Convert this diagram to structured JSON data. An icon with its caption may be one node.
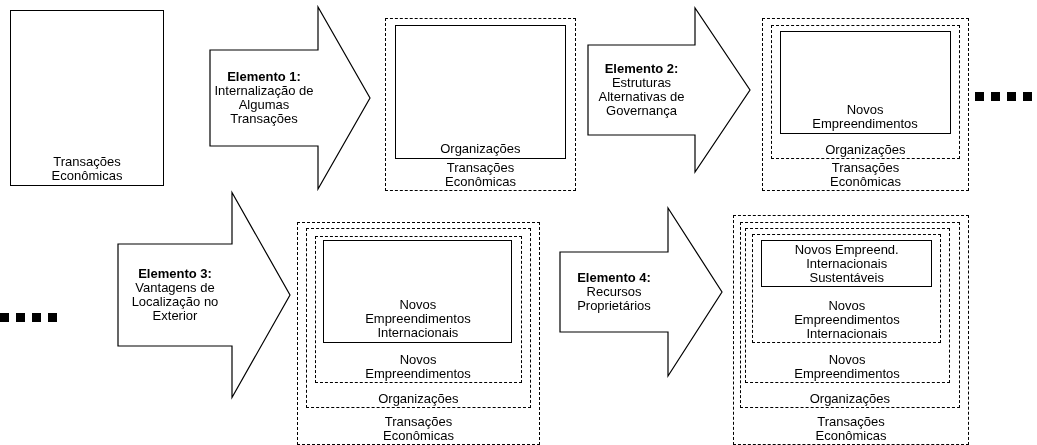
{
  "diagram": {
    "nodes": [
      {
        "text": [
          "Transações Econômicas"
        ]
      },
      {
        "text": [
          "Transações Econômicas"
        ]
      },
      {
        "text": [
          "Organizações"
        ],
        "in": 1
      },
      {
        "text": [
          "Transações Econômicas"
        ]
      },
      {
        "text": [
          "Organizações"
        ],
        "in": 3
      },
      {
        "text": [
          "Novos Empreendimentos"
        ],
        "in": 4
      },
      {
        "text": [
          "Transações Econômicas"
        ]
      },
      {
        "text": [
          "Organizações"
        ],
        "in": 6
      },
      {
        "text": [
          "Novos Empreendimentos"
        ],
        "in": 7
      },
      {
        "text": [
          "Novos Empreendimentos Internacionais"
        ],
        "in": 8
      },
      {
        "text": [
          "Transações Econômicas"
        ]
      },
      {
        "text": [
          "Organizações"
        ],
        "in": 10
      },
      {
        "text": [
          "Novos Empreendimentos"
        ],
        "in": 11
      },
      {
        "text": [
          "Novos Empreendimentos Internacionais"
        ],
        "in": 12
      },
      {
        "text": [
          "Novos Empreend. Internacionais Sustentáveis"
        ],
        "in": 13
      }
    ],
    "edges": [
      {
        "from": 0,
        "to": 1,
        "arrow": "to",
        "label": "**Elemento 1:** Internalização de Algumas Transações"
      },
      {
        "from": 1,
        "to": 3,
        "arrow": "to",
        "label": "**Elemento 2:** Estruturas Alternativas de Governança"
      },
      {
        "from": null,
        "to": 6,
        "arrow": "to",
        "label": "**Elemento 3:** Vantagens de Localização no Exterior"
      },
      {
        "from": 6,
        "to": 10,
        "arrow": "to",
        "label": "**Elemento 4:** Recursos Proprietários"
      }
    ]
  }
}
